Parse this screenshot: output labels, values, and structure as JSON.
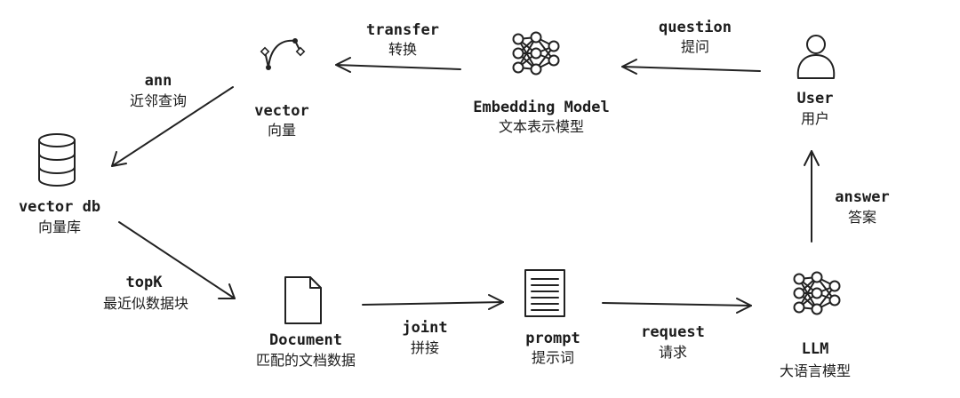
{
  "nodes": {
    "vector": {
      "en": "vector",
      "zh": "向量",
      "icon": "bezier-curve-icon"
    },
    "embedding_model": {
      "en": "Embedding Model",
      "zh": "文本表示模型",
      "icon": "neural-network-icon"
    },
    "user": {
      "en": "User",
      "zh": "用户",
      "icon": "user-icon"
    },
    "vector_db": {
      "en": "vector db",
      "zh": "向量库",
      "icon": "database-icon"
    },
    "document": {
      "en": "Document",
      "zh": "匹配的文档数据",
      "icon": "document-icon"
    },
    "prompt": {
      "en": "prompt",
      "zh": "提示词",
      "icon": "text-lines-icon"
    },
    "llm": {
      "en": "LLM",
      "zh": "大语言模型",
      "icon": "neural-network-icon"
    }
  },
  "edges": {
    "question": {
      "en": "question",
      "zh": "提问"
    },
    "transfer": {
      "en": "transfer",
      "zh": "转换"
    },
    "ann": {
      "en": "ann",
      "zh": "近邻查询"
    },
    "topk": {
      "en": "topK",
      "zh": "最近似数据块"
    },
    "joint": {
      "en": "joint",
      "zh": "拼接"
    },
    "request": {
      "en": "request",
      "zh": "请求"
    },
    "answer": {
      "en": "answer",
      "zh": "答案"
    }
  }
}
